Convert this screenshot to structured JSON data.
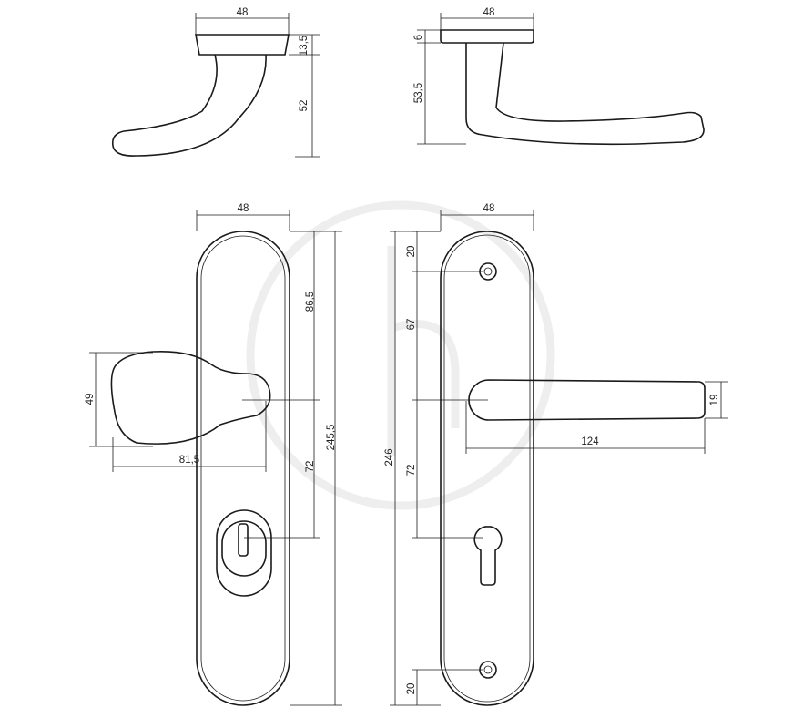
{
  "views": {
    "knob_side": {
      "width": "48",
      "rose_height": "13,5",
      "lever_drop": "52"
    },
    "lever_side": {
      "width": "48",
      "rose_height": "6",
      "lever_drop": "53,5"
    },
    "knob_plate": {
      "width": "48",
      "knob_to_top": "86,5",
      "knob_to_cylinder": "72",
      "total_height": "245,5",
      "knob_height": "49",
      "knob_projection": "81,5"
    },
    "lever_plate": {
      "width": "48",
      "screw_top": "20",
      "screw_to_lever": "67",
      "lever_to_cylinder": "72",
      "total_height": "246",
      "screw_bottom": "20",
      "lever_thickness": "19",
      "lever_length": "124"
    }
  }
}
